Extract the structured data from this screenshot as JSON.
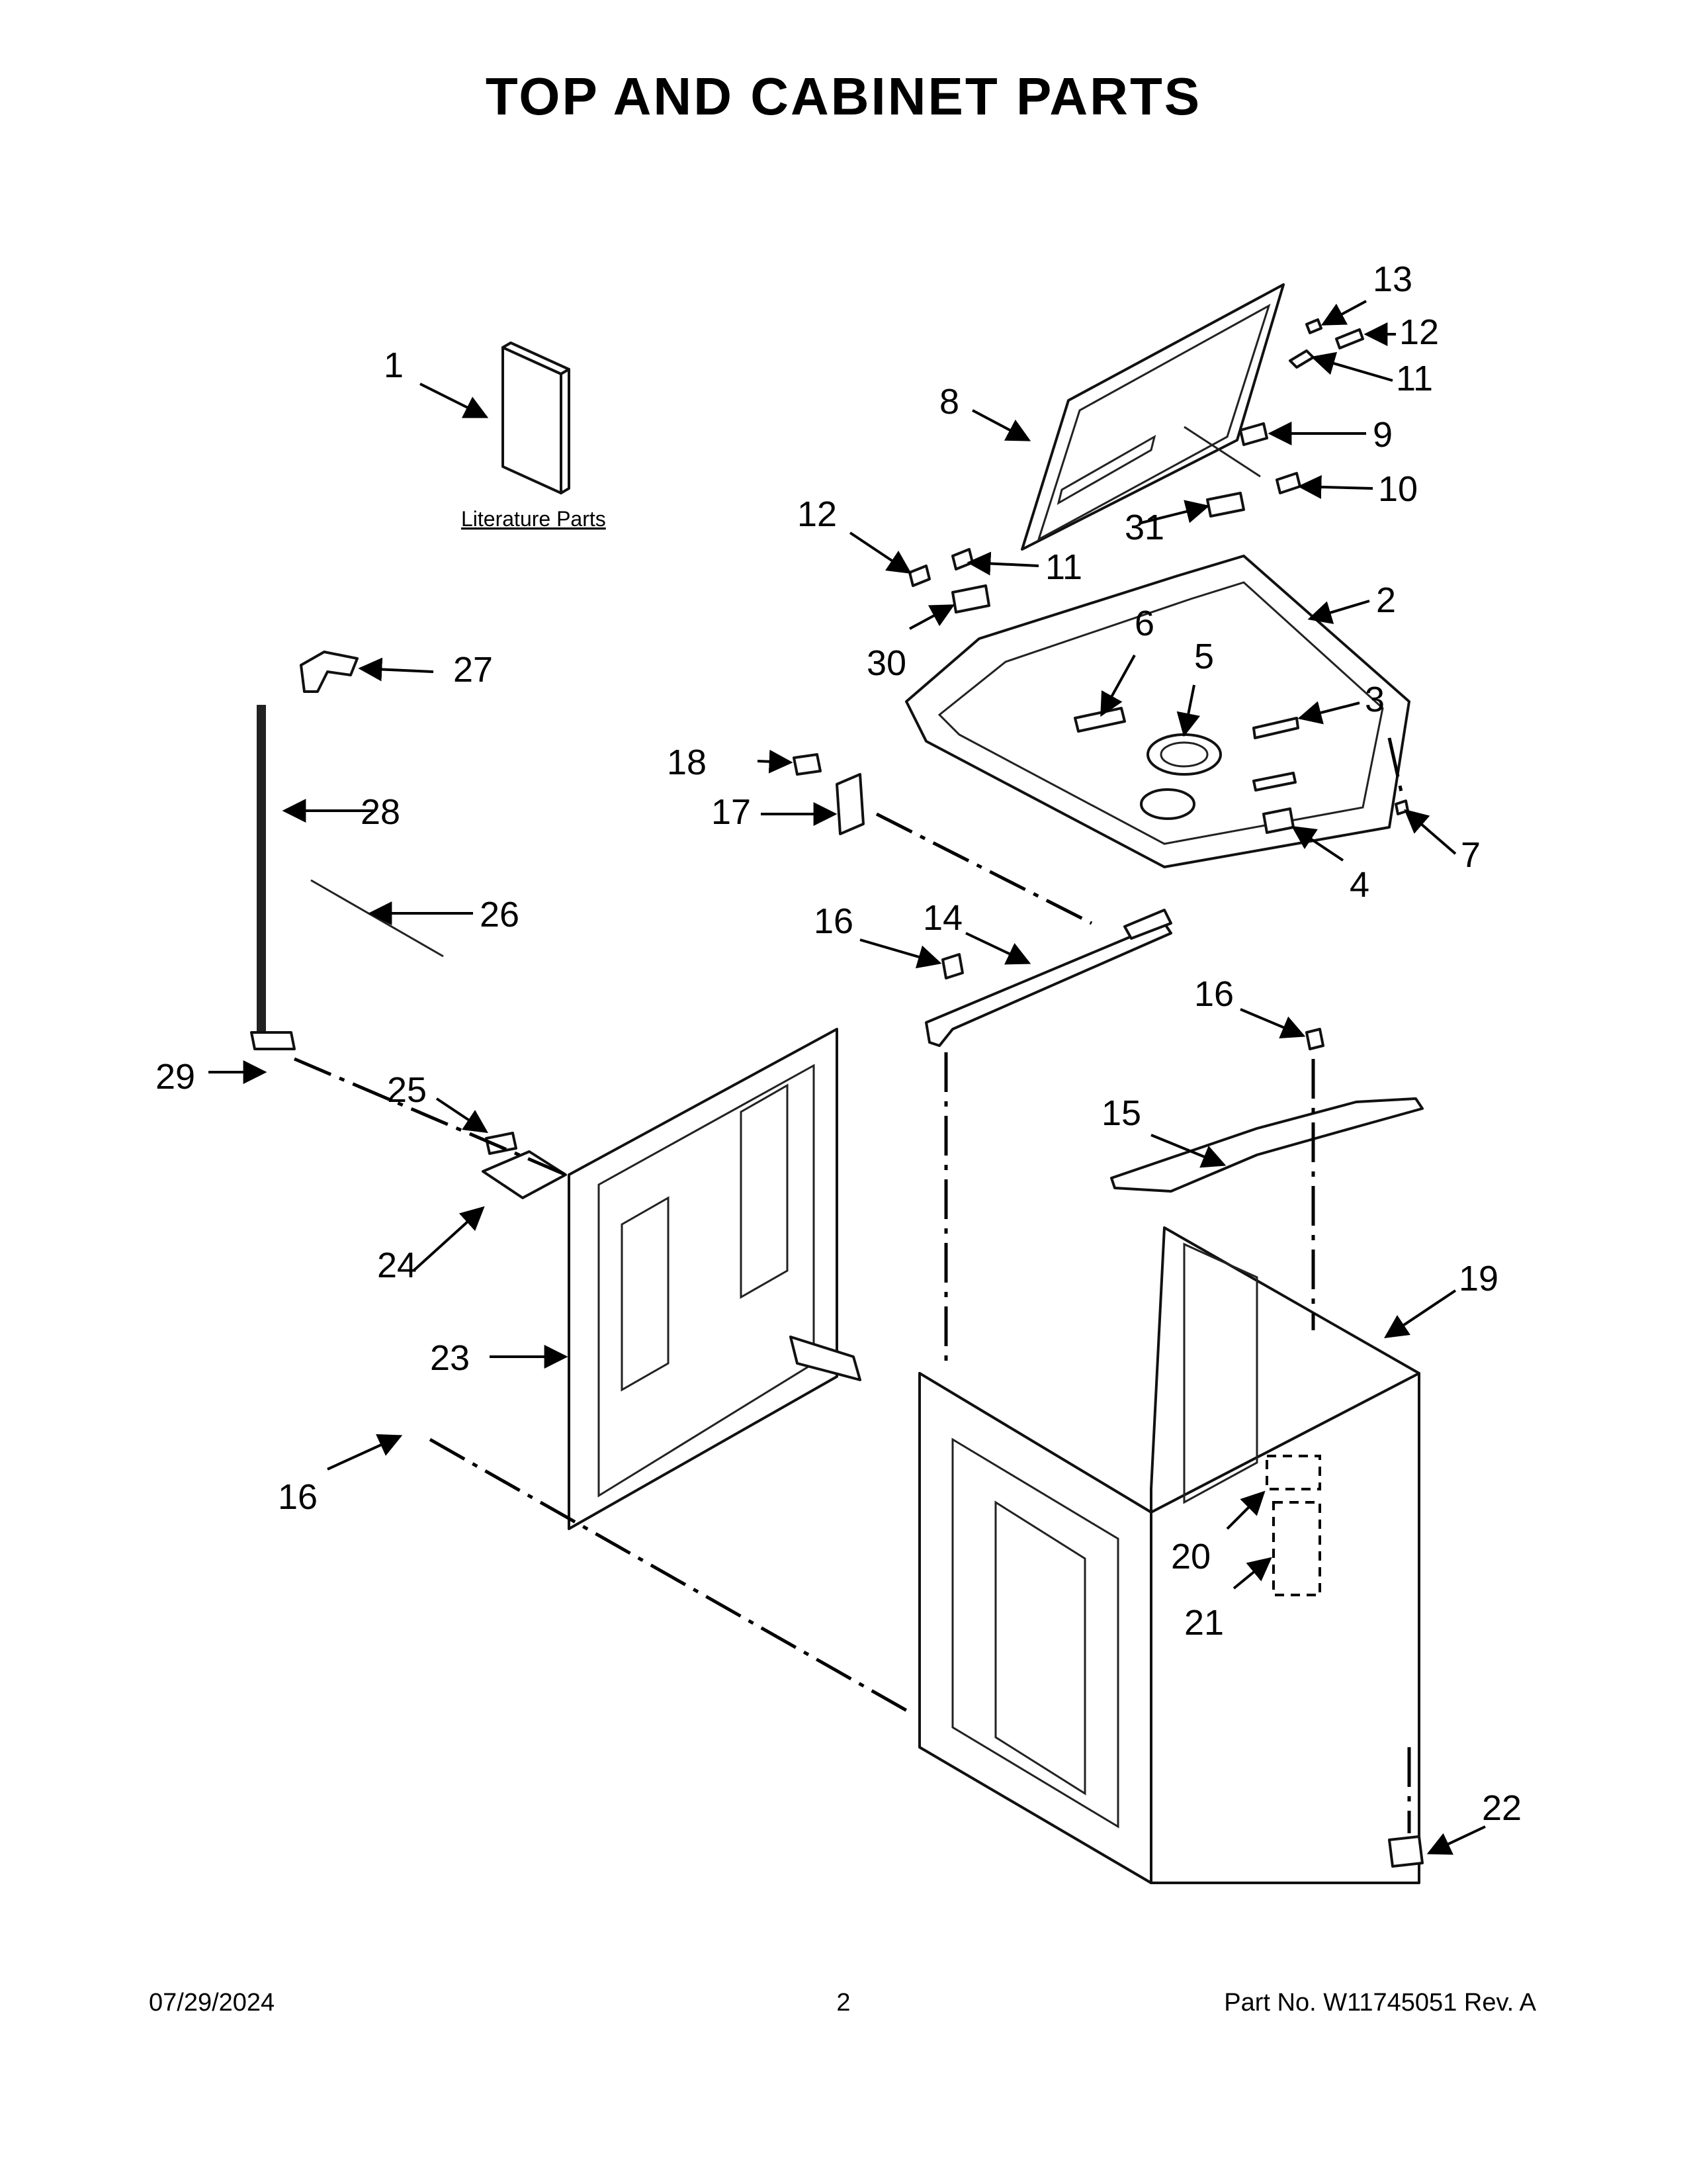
{
  "title": "TOP AND CABINET PARTS",
  "literature_label": "Literature Parts",
  "callouts": {
    "c1": "1",
    "c2": "2",
    "c3": "3",
    "c4": "4",
    "c5": "5",
    "c6": "6",
    "c7": "7",
    "c8": "8",
    "c9": "9",
    "c10": "10",
    "c11a": "11",
    "c11b": "11",
    "c12a": "12",
    "c12b": "12",
    "c13": "13",
    "c14": "14",
    "c15": "15",
    "c16a": "16",
    "c16b": "16",
    "c16c": "16",
    "c17": "17",
    "c18": "18",
    "c19": "19",
    "c20": "20",
    "c21": "21",
    "c22": "22",
    "c23": "23",
    "c24": "24",
    "c25": "25",
    "c26": "26",
    "c27": "27",
    "c28": "28",
    "c29": "29",
    "c30": "30",
    "c31": "31"
  },
  "footer": {
    "date": "07/29/2024",
    "page": "2",
    "part_number": "Part No.  W11745051  Rev.  A"
  }
}
